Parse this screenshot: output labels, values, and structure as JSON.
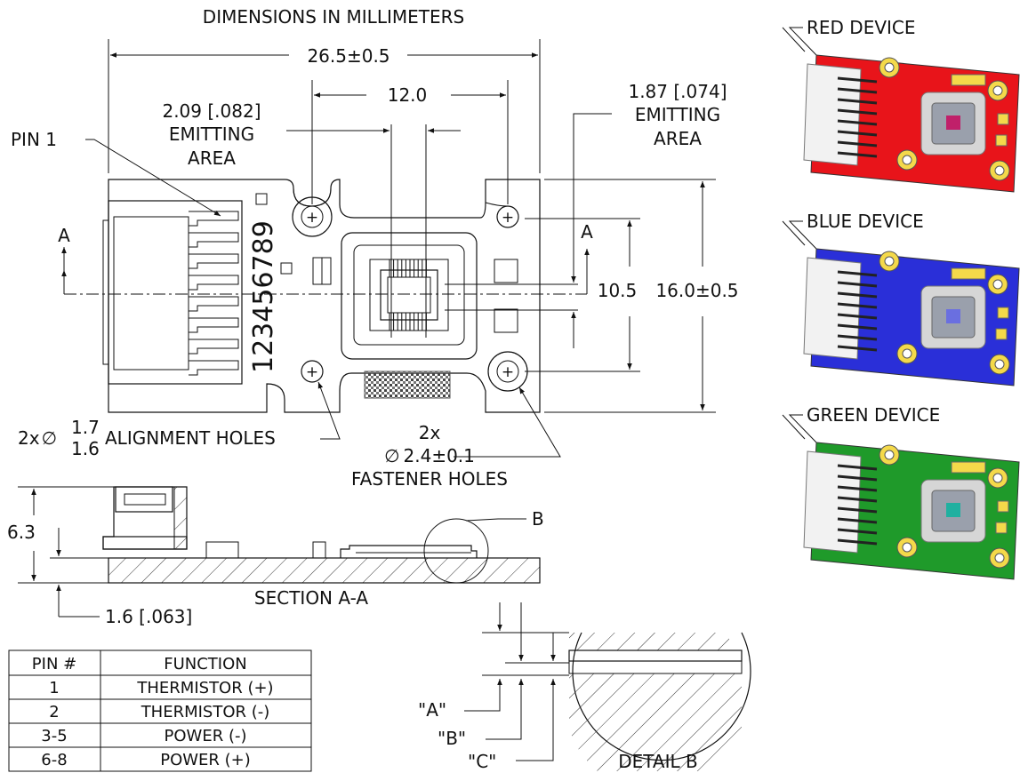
{
  "header": {
    "units_note": "DIMENSIONS IN MILLIMETERS"
  },
  "dims": {
    "overall_width": "26.5±0.5",
    "hole_spacing": "12.0",
    "emit_h_mm": "2.09",
    "emit_h_in": ".082",
    "emit_v_mm": "1.87",
    "emit_v_in": ".074",
    "emitting": "EMITTING",
    "area": "AREA",
    "hole_span_v": "10.5",
    "overall_height": "16.0±0.5",
    "pin1": "PIN 1",
    "section_letter": "A",
    "align_qty": "2x",
    "align_upper": "1.7",
    "align_lower": "1.6",
    "align_label": "ALIGNMENT HOLES",
    "fast_qty": "2x",
    "fast_dia": "2.4±0.1",
    "fast_label": "FASTENER HOLES",
    "diameter_symbol": "∅",
    "pin_digits": "123456789",
    "height_total": "6.3",
    "pcb_thk_mm": "1.6",
    "pcb_thk_in": ".063",
    "section_title": "SECTION A-A",
    "detail_ref": "B",
    "detail_title": "DETAIL B",
    "detail_a": "\"A\"",
    "detail_b": "\"B\"",
    "detail_c": "\"C\""
  },
  "devices": [
    {
      "label": "RED DEVICE",
      "color": "#e8141a",
      "led": "#c0206a"
    },
    {
      "label": "BLUE DEVICE",
      "color": "#2a2fd8",
      "led": "#6a6fe0"
    },
    {
      "label": "GREEN DEVICE",
      "color": "#1f9a2a",
      "led": "#20b0a0"
    }
  ],
  "pin_table": {
    "headers": [
      "PIN #",
      "FUNCTION"
    ],
    "rows": [
      [
        "1",
        "THERMISTOR (+)"
      ],
      [
        "2",
        "THERMISTOR (-)"
      ],
      [
        "3-5",
        "POWER (-)"
      ],
      [
        "6-8",
        "POWER (+)"
      ]
    ]
  }
}
